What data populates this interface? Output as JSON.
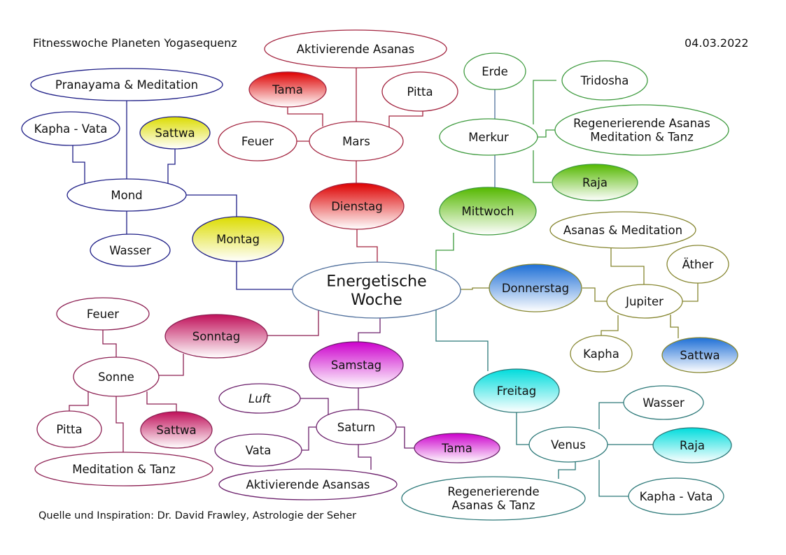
{
  "header": {
    "title": "Fitnesswoche Planeten Yogasequenz",
    "date": "04.03.2022"
  },
  "footer": {
    "source": "Quelle und Inspiration: Dr. David Frawley, Astrologie der Seher"
  },
  "colors": {
    "mars": "#a3243f",
    "mond": "#1d1d86",
    "merkur": "#3d9a3d",
    "jupiter": "#85852e",
    "sonne": "#8c1f52",
    "saturn": "#6b1f6b",
    "venus": "#2b7878",
    "center": "#4f6f9c",
    "red": "#dd0000",
    "yellow": "#dcdc00",
    "green": "#55b800",
    "blue": "#1e6fd6",
    "pink": "#c0105a",
    "magenta": "#cc00cc",
    "cyan": "#00dcdc"
  },
  "nodes": {
    "center": {
      "lines": [
        "Energetische",
        "Woche"
      ]
    },
    "mars_asanas": {
      "lines": [
        "Aktivierende Asanas"
      ]
    },
    "mars_tama": {
      "lines": [
        "Tama"
      ]
    },
    "mars_pitta": {
      "lines": [
        "Pitta"
      ]
    },
    "mars_feuer": {
      "lines": [
        "Feuer"
      ]
    },
    "mars": {
      "lines": [
        "Mars"
      ]
    },
    "dienstag": {
      "lines": [
        "Dienstag"
      ]
    },
    "mond_pranayama": {
      "lines": [
        "Pranayama & Meditation"
      ]
    },
    "mond_kapha_vata": {
      "lines": [
        "Kapha - Vata"
      ]
    },
    "mond_sattwa": {
      "lines": [
        "Sattwa"
      ]
    },
    "mond": {
      "lines": [
        "Mond"
      ]
    },
    "mond_wasser": {
      "lines": [
        "Wasser"
      ]
    },
    "montag": {
      "lines": [
        "Montag"
      ]
    },
    "merkur_erde": {
      "lines": [
        "Erde"
      ]
    },
    "merkur_tridosha": {
      "lines": [
        "Tridosha"
      ]
    },
    "merkur": {
      "lines": [
        "Merkur"
      ]
    },
    "merkur_asanas": {
      "lines": [
        "Regenerierende Asanas",
        "Meditation & Tanz"
      ]
    },
    "merkur_raja": {
      "lines": [
        "Raja"
      ]
    },
    "mittwoch": {
      "lines": [
        "Mittwoch"
      ]
    },
    "jupiter_asanas": {
      "lines": [
        "Asanas & Meditation"
      ]
    },
    "jupiter_aether": {
      "lines": [
        "Äther"
      ]
    },
    "donnerstag": {
      "lines": [
        "Donnerstag"
      ]
    },
    "jupiter": {
      "lines": [
        "Jupiter"
      ]
    },
    "jupiter_kapha": {
      "lines": [
        "Kapha"
      ]
    },
    "jupiter_sattwa": {
      "lines": [
        "Sattwa"
      ]
    },
    "sonne_feuer": {
      "lines": [
        "Feuer"
      ]
    },
    "sonntag": {
      "lines": [
        "Sonntag"
      ]
    },
    "sonne": {
      "lines": [
        "Sonne"
      ]
    },
    "sonne_pitta": {
      "lines": [
        "Pitta"
      ]
    },
    "sonne_sattwa": {
      "lines": [
        "Sattwa"
      ]
    },
    "sonne_meditation": {
      "lines": [
        "Meditation & Tanz"
      ]
    },
    "samstag": {
      "lines": [
        "Samstag"
      ]
    },
    "saturn_luft": {
      "lines": [
        "Luft"
      ],
      "italic": true
    },
    "saturn": {
      "lines": [
        "Saturn"
      ]
    },
    "saturn_vata": {
      "lines": [
        "Vata"
      ]
    },
    "saturn_tama": {
      "lines": [
        "Tama"
      ]
    },
    "saturn_asanas": {
      "lines": [
        "Aktivierende Asansas"
      ]
    },
    "freitag": {
      "lines": [
        "Freitag"
      ]
    },
    "venus": {
      "lines": [
        "Venus"
      ]
    },
    "venus_wasser": {
      "lines": [
        "Wasser"
      ]
    },
    "venus_raja": {
      "lines": [
        "Raja"
      ]
    },
    "venus_asanas": {
      "lines": [
        "Regenerierende",
        "Asanas & Tanz"
      ]
    },
    "venus_kapha_vata": {
      "lines": [
        "Kapha - Vata"
      ]
    }
  }
}
